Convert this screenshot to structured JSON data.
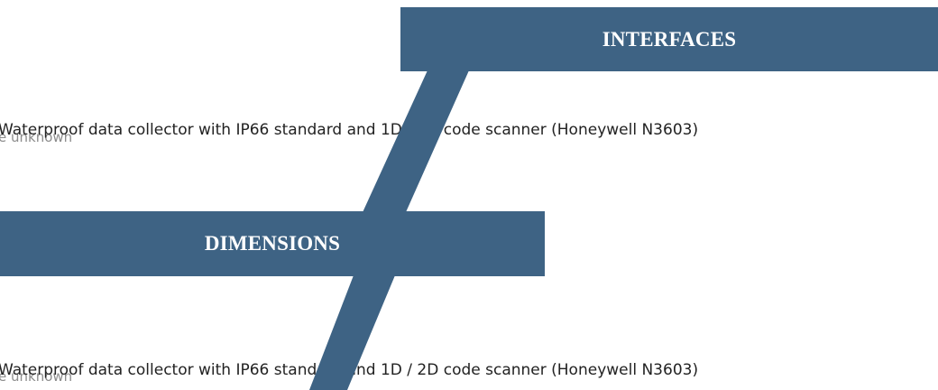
{
  "banners": {
    "interfaces": "INTERFACES",
    "dimensions": "DIMENSIONS"
  },
  "rows": [
    {
      "description": "Waterproof data collector with IP66 standard and 1D / 2D code scanner (Honeywell N3603)",
      "overlay_text": "e unknown"
    },
    {
      "description": "Waterproof data collector with IP66 standard and 1D / 2D code scanner (Honeywell N3603)",
      "overlay_text": "e unknown"
    }
  ],
  "colors": {
    "banner": "#3e6384",
    "banner_text": "#ffffff",
    "body_text": "#222222",
    "ghost_text": "#8c8c8c"
  }
}
